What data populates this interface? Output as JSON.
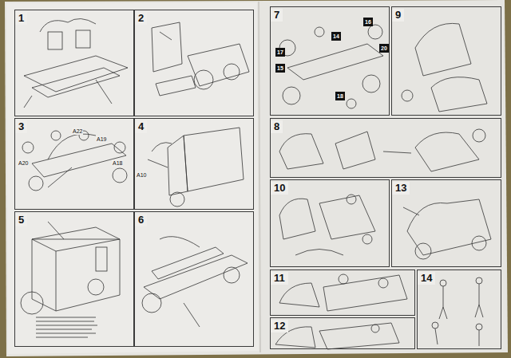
{
  "diagram": {
    "nodes": [
      {
        "text": [
          "1"
        ]
      },
      {
        "text": [
          "2"
        ]
      },
      {
        "text": [
          "3"
        ]
      },
      {
        "text": [
          "4"
        ]
      },
      {
        "text": [
          "5"
        ]
      },
      {
        "text": [
          "6"
        ]
      },
      {
        "text": [
          "7"
        ]
      },
      {
        "text": [
          "9"
        ]
      },
      {
        "text": [
          "8"
        ]
      },
      {
        "text": [
          "10"
        ]
      },
      {
        "text": [
          "13"
        ]
      },
      {
        "text": [
          "11"
        ]
      },
      {
        "text": [
          "14"
        ]
      },
      {
        "text": [
          "12"
        ]
      }
    ],
    "labels": [
      "A22",
      "A19",
      "A20",
      "A18",
      "A10",
      "17",
      "14",
      "16",
      "20",
      "15",
      "18"
    ]
  }
}
